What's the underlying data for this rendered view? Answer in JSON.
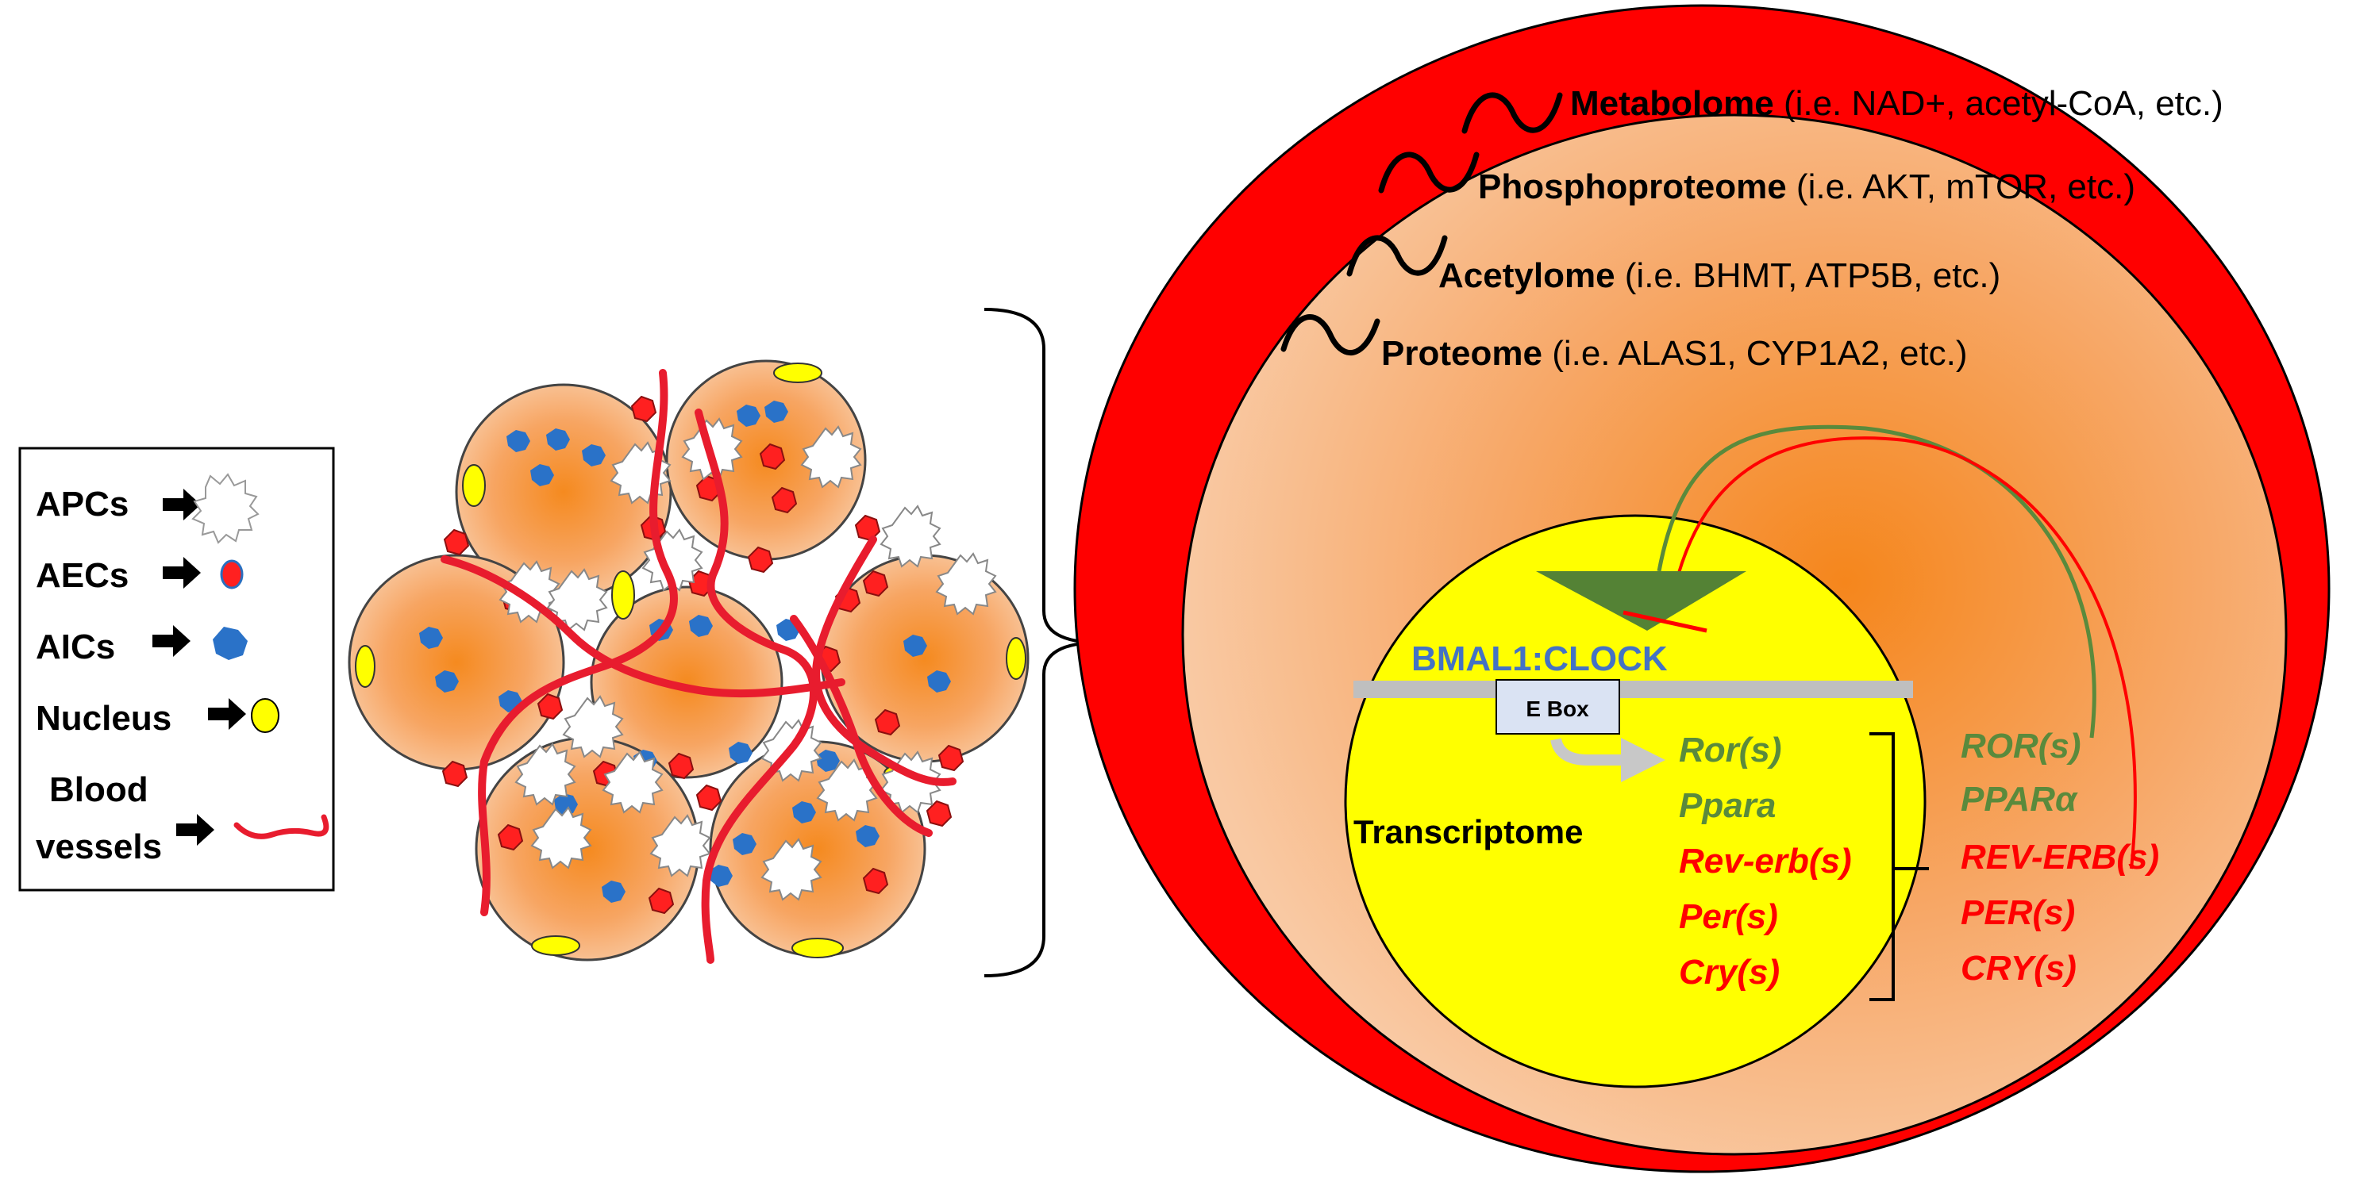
{
  "legend": {
    "items": [
      {
        "label": "APCs",
        "icon": "apc-icon"
      },
      {
        "label": "AECs",
        "icon": "aec-icon"
      },
      {
        "label": "AICs",
        "icon": "aic-icon"
      },
      {
        "label": "Nucleus",
        "icon": "nucleus-icon"
      },
      {
        "label_line1": "Blood",
        "label_line2": "vessels",
        "icon": "blood-vessel-icon"
      }
    ]
  },
  "layers": [
    {
      "name": "Metabolome",
      "detail": "(i.e. NAD+, acetyl-CoA, etc.)"
    },
    {
      "name": "Phosphoproteome",
      "detail": "(i.e. AKT, mTOR, etc.)"
    },
    {
      "name": "Acetylome",
      "detail": "(i.e. BHMT, ATP5B, etc.)"
    },
    {
      "name": "Proteome",
      "detail": "(i.e. ALAS1, CYP1A2, etc.)"
    }
  ],
  "nucleus": {
    "complex_label": "BMAL1:CLOCK",
    "ebox_label": "E Box",
    "transcriptome_label": "Transcriptome",
    "genes": [
      "Ror(s)",
      "Ppara",
      "Rev-erb(s)",
      "Per(s)",
      "Cry(s)"
    ],
    "proteins": [
      "ROR(s)",
      "PPARα",
      "REV-ERB(s)",
      "PER(s)",
      "CRY(s)"
    ]
  },
  "colors": {
    "activator_green": "#5a8a3c",
    "repressor_red": "#ff0000",
    "complex_blue": "#4472c4",
    "cell_orange": "#f5a25a",
    "nucleus_yellow": "#ffff00",
    "membrane_red": "#ff0000"
  }
}
